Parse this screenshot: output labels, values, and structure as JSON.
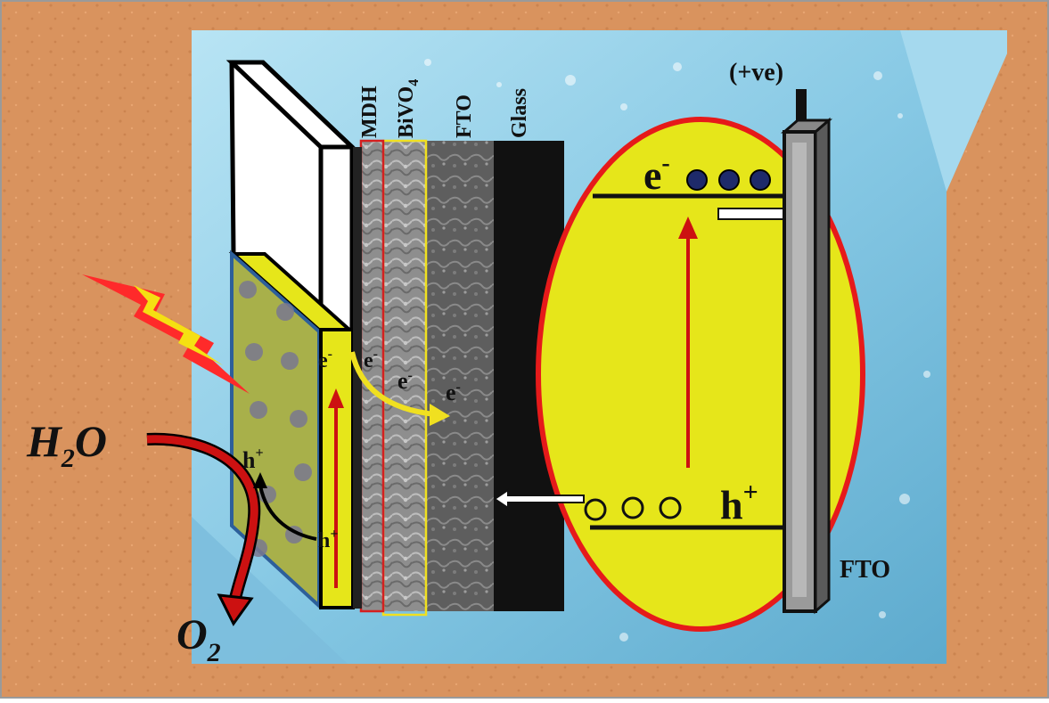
{
  "labels": {
    "layer_mdh": "MDH",
    "layer_bivo4": "BiVO",
    "layer_bivo4_sub": "4",
    "layer_fto": "FTO",
    "layer_glass": "Glass",
    "electrode_positive": "(+ve)",
    "electrode_fto": "FTO",
    "electron": "e",
    "electron_sup": "-",
    "hole": "h",
    "hole_sup": "+",
    "water": "H",
    "water_sub": "2",
    "water_tail": "O",
    "oxygen": "O",
    "oxygen_sub": "2"
  },
  "colors": {
    "background_sand": "#d9935e",
    "water_blue": "#8cc9e6",
    "band_yellow": "#e6e61a",
    "ellipse_outline": "#e61a1a",
    "arrow_red": "#cc1111",
    "arrow_yellow": "#f0e020",
    "mdh_panel": "#a8b04a",
    "mdh_dots": "#7a7890"
  },
  "icons": {
    "light": "lightning-bolt-icon"
  }
}
